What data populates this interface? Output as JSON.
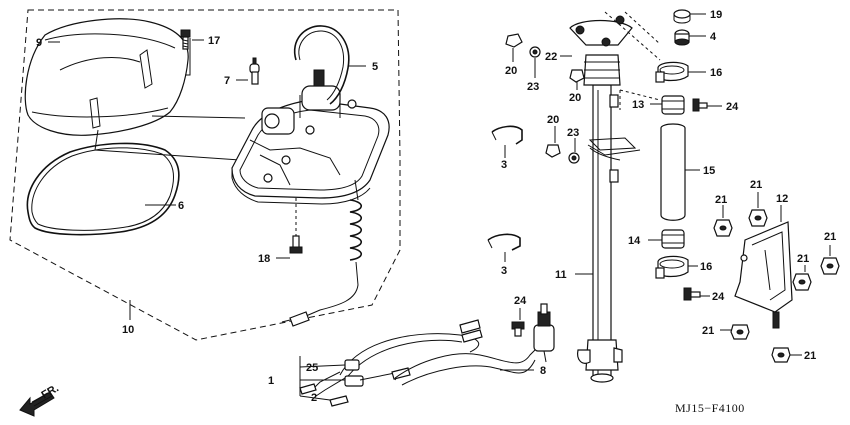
{
  "diagram": {
    "callouts": [
      {
        "id": "c9",
        "text": "9"
      },
      {
        "id": "c17",
        "text": "17"
      },
      {
        "id": "c7",
        "text": "7"
      },
      {
        "id": "c5",
        "text": "5"
      },
      {
        "id": "c6",
        "text": "6"
      },
      {
        "id": "c18",
        "text": "18"
      },
      {
        "id": "c10",
        "text": "10"
      },
      {
        "id": "c20a",
        "text": "20"
      },
      {
        "id": "c23a",
        "text": "23"
      },
      {
        "id": "c22",
        "text": "22"
      },
      {
        "id": "c20b",
        "text": "20"
      },
      {
        "id": "c19",
        "text": "19"
      },
      {
        "id": "c4",
        "text": "4"
      },
      {
        "id": "c16a",
        "text": "16"
      },
      {
        "id": "c13",
        "text": "13"
      },
      {
        "id": "c24a",
        "text": "24"
      },
      {
        "id": "c20c",
        "text": "20"
      },
      {
        "id": "c23b",
        "text": "23"
      },
      {
        "id": "c3a",
        "text": "3"
      },
      {
        "id": "c15",
        "text": "15"
      },
      {
        "id": "c21a",
        "text": "21"
      },
      {
        "id": "c21b",
        "text": "21"
      },
      {
        "id": "c12",
        "text": "12"
      },
      {
        "id": "c21c",
        "text": "21"
      },
      {
        "id": "c14",
        "text": "14"
      },
      {
        "id": "c3b",
        "text": "3"
      },
      {
        "id": "c11",
        "text": "11"
      },
      {
        "id": "c16b",
        "text": "16"
      },
      {
        "id": "c21d",
        "text": "21"
      },
      {
        "id": "c24b",
        "text": "24"
      },
      {
        "id": "c24c",
        "text": "24"
      },
      {
        "id": "c21e",
        "text": "21"
      },
      {
        "id": "c21f",
        "text": "21"
      },
      {
        "id": "c25",
        "text": "25"
      },
      {
        "id": "c1",
        "text": "1"
      },
      {
        "id": "c2",
        "text": "2"
      },
      {
        "id": "c8",
        "text": "8"
      }
    ],
    "direction_label": "FR.",
    "diagram_code": "MJ15−F4100"
  }
}
